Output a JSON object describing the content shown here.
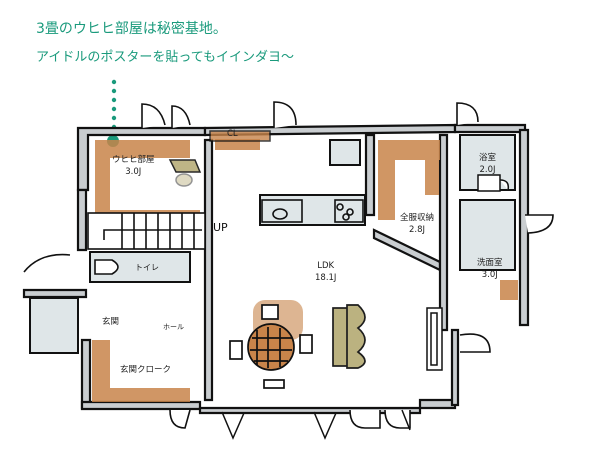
{
  "caption": {
    "line1": "3畳のウヒヒ部屋は秘密基地。",
    "line2": "アイドルのポスターを貼ってもイインダヨ〜",
    "color": "#1a9a7c"
  },
  "rooms": [
    {
      "id": "uhihi",
      "name": "ウヒヒ部屋",
      "size": "3.0J"
    },
    {
      "id": "cl",
      "name": "CL",
      "size": ""
    },
    {
      "id": "bath",
      "name": "浴室",
      "size": "2.0J"
    },
    {
      "id": "closet",
      "name": "全服収納",
      "size": "2.8J"
    },
    {
      "id": "washroom",
      "name": "洗面室",
      "size": "3.0J"
    },
    {
      "id": "ldk",
      "name": "LDK",
      "size": "18.1J"
    },
    {
      "id": "toilet",
      "name": "トイレ",
      "size": ""
    },
    {
      "id": "entrance",
      "name": "玄関",
      "size": ""
    },
    {
      "id": "hall",
      "name": "ホール",
      "size": ""
    },
    {
      "id": "shoe_closet",
      "name": "玄関クローク",
      "size": ""
    }
  ],
  "stairs": {
    "label": "UP"
  },
  "colors": {
    "wall": "#c9cdd0",
    "line": "#111111",
    "storage": "#c8844a",
    "wet_area": "#dfe6e8",
    "furniture": "#b8ae7a"
  }
}
